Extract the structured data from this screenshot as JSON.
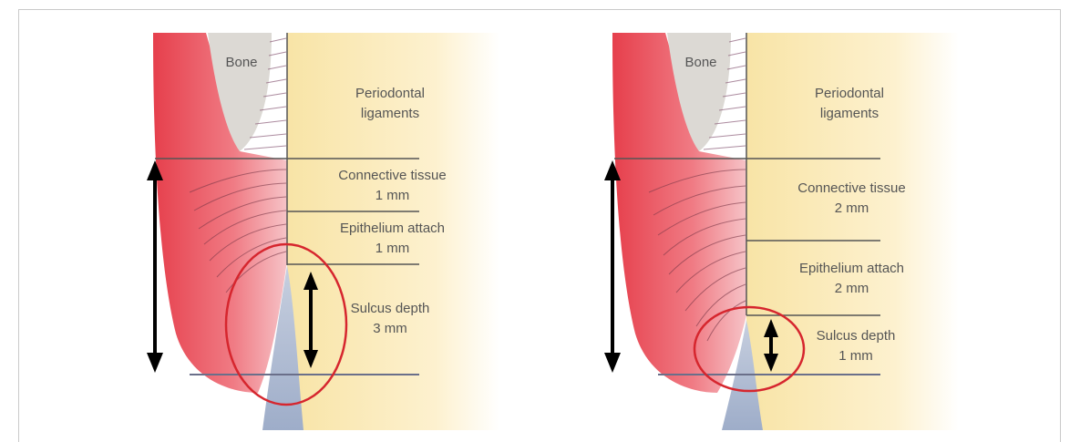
{
  "figure": {
    "left_panel": {
      "bone_label": "Bone",
      "pdl_line1": "Periodontal",
      "pdl_line2": "ligaments",
      "ct_line1": "Connective tissue",
      "ct_line2": "1 mm",
      "ea_line1": "Epithelium attach",
      "ea_line2": "1 mm",
      "sd_line1": "Sulcus depth",
      "sd_line2": "3 mm"
    },
    "right_panel": {
      "bone_label": "Bone",
      "pdl_line1": "Periodontal",
      "pdl_line2": "ligaments",
      "ct_line1": "Connective tissue",
      "ct_line2": "2 mm",
      "ea_line1": "Epithelium attach",
      "ea_line2": "2 mm",
      "sd_line1": "Sulcus depth",
      "sd_line2": "1 mm"
    },
    "colors": {
      "gingiva": "#e8505a",
      "gingiva_light": "#f7c9cc",
      "bone": "#dcd9d4",
      "tooth": "#fbeec4",
      "enamel": "#aebbd3",
      "lines": "#555555",
      "circle": "#d6262e",
      "arrow": "#000000"
    }
  }
}
